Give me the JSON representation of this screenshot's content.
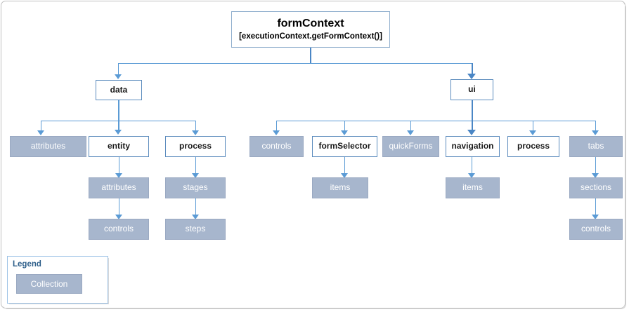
{
  "diagram": {
    "root": {
      "title": "formContext",
      "subtitle": "[executionContext.getFormContext()]"
    },
    "branches": {
      "data": {
        "label": "data",
        "children": [
          {
            "label": "attributes",
            "type": "collection"
          },
          {
            "label": "entity",
            "type": "object"
          },
          {
            "label": "process",
            "type": "object"
          }
        ]
      },
      "ui": {
        "label": "ui",
        "children": [
          {
            "label": "controls",
            "type": "collection"
          },
          {
            "label": "formSelector",
            "type": "object"
          },
          {
            "label": "quickForms",
            "type": "collection"
          },
          {
            "label": "navigation",
            "type": "object"
          },
          {
            "label": "process",
            "type": "object"
          },
          {
            "label": "tabs",
            "type": "collection"
          }
        ]
      }
    },
    "descendants": {
      "entity_attributes": "attributes",
      "entity_attributes_controls": "controls",
      "data_process_stages": "stages",
      "data_process_steps": "steps",
      "formSelector_items": "items",
      "navigation_items": "items",
      "tabs_sections": "sections",
      "tabs_sections_controls": "controls"
    }
  },
  "legend": {
    "title": "Legend",
    "swatch_label": "Collection"
  },
  "colors": {
    "collection_fill": "#a7b6cd",
    "collection_border": "#9aa9c2",
    "object_border": "#5b8bbd",
    "connector": "#5b9bd5",
    "connector_strong": "#4a86c5",
    "frame_border": "#bfbfbf",
    "legend_border": "#9dc3e6",
    "legend_title": "#2e5f8a"
  }
}
